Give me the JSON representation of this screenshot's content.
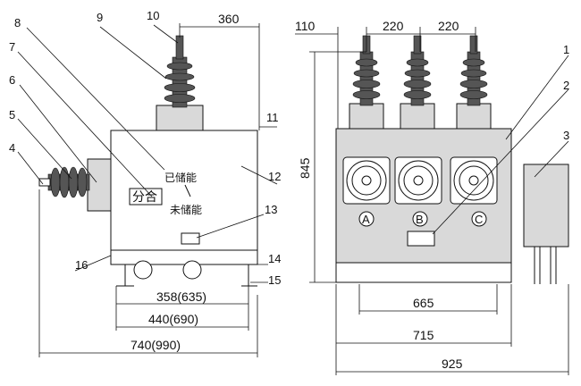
{
  "diagram": {
    "left_view": {
      "dimensions": {
        "top_right": "360",
        "d358": "358(635)",
        "d440": "440(690)",
        "d740": "740(990)"
      },
      "labels": {
        "charged": "已储能",
        "uncharged": "未储能",
        "open_close": "分合"
      },
      "callouts": [
        "10",
        "9",
        "8",
        "7",
        "6",
        "5",
        "4",
        "11",
        "12",
        "13",
        "14",
        "15",
        "16"
      ]
    },
    "right_view": {
      "dimensions": {
        "d110": "110",
        "d220a": "220",
        "d220b": "220",
        "d845": "845",
        "d665": "665",
        "d715": "715",
        "d925": "925"
      },
      "phases": [
        "A",
        "B",
        "C"
      ],
      "callouts": [
        "1",
        "2",
        "3"
      ]
    }
  }
}
